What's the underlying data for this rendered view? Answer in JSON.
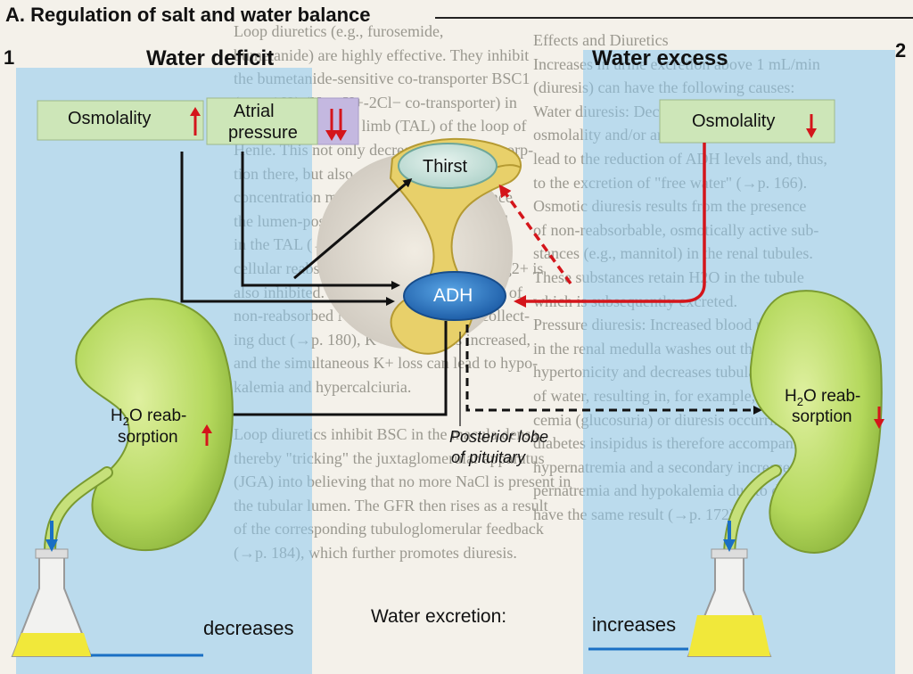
{
  "title": "A. Regulation of salt and water balance",
  "panel_numbers": {
    "left": "1",
    "right": "2"
  },
  "headings": {
    "left": "Water deficit",
    "right": "Water excess"
  },
  "boxes": {
    "osmolality_left": "Osmolality",
    "atrial_pressure_line1": "Atrial",
    "atrial_pressure_line2": "pressure",
    "osmolality_right": "Osmolality"
  },
  "brain": {
    "thirst": "Thirst",
    "adh": "ADH",
    "posterior_lobe_line1": "Posterior lobe",
    "posterior_lobe_line2": "of pituitary"
  },
  "kidney_left": {
    "line1_pre": "H",
    "line1_sub": "2",
    "line1_post": "O reab-",
    "line2": "sorption"
  },
  "kidney_right": {
    "line1_pre": "H",
    "line1_sub": "2",
    "line1_post": "O reab-",
    "line2": "sorption"
  },
  "bottom": {
    "label": "Water excretion:",
    "left": "decreases",
    "right": "increases"
  },
  "colors": {
    "left_panel": "#a8d4ee",
    "right_panel": "#a8d4ee",
    "box": "#cde6b8",
    "adh": "#2f7fc8",
    "red_arrow": "#d4151b",
    "kidney": "#b8dc6a",
    "pituitary": "#e6d27a"
  },
  "background_text": [
    "Loop diuretics (e.g., furosemide,",
    "bumetanide) are highly effective. They inhibit",
    "the bumetanide-sensitive co-transporter BSC1",
    "(→p. 162) (Na+-K+-2Cl− co-transporter) in",
    "the thick ascending limb (TAL) of the loop of",
    "Henle. This not only decreases NaCl reabsorp-",
    "tion there, but also stalls the \"motor\" of the",
    "concentration mechanism (→p. 164). Since",
    "the lumen-positive transepithelial potential",
    "in the TAL (→p. 162) and 153 67), para-",
    "cellular reabsorption of Na+, Ca2+ and Mg2+ is",
    "also inhibited. Because increased amounts of",
    "non-reabsorbed Na+ now arrive at the collect-",
    "ing duct (→p. 180), K+ secretion is increased,",
    "and the simultaneous K+ loss can lead to hypo-",
    "kalemia and hypercalciuria.",
    "",
    "Loop diuretics inhibit BSC in the macula densa",
    "thereby \"tricking\" the juxtaglomerular apparatus",
    "(JGA) into believing that no more NaCl is present in",
    "the tubular lumen. The GFR then rises as a result",
    "of the corresponding tubuloglomerular feedback",
    "(→p. 184), which further promotes diuresis."
  ],
  "background_text_right": [
    "Effects and Diuretics",
    "Increases in urine excretion above 1 mL/min",
    "(diuresis) can have the following causes:",
    "Water diuresis: Decreases in plasma",
    "osmolality and/or an increased blood volume",
    "lead to the reduction of ADH levels and, thus,",
    "to the excretion of \"free water\" (→p. 166).",
    "Osmotic diuresis results from the presence",
    "of non-reabsorbable, osmotically active sub-",
    "stances (e.g., mannitol) in the renal tubules.",
    "These substances retain H2O in the tubule",
    "which is subsequently excreted.",
    "Pressure diuresis: Increased blood pressure",
    "in the renal medulla washes out the medullary",
    "hypertonicity and decreases tubular reabsorption",
    "of water, resulting in, for example, in hypergly-",
    "cemia (glucosuria) or diuresis occurring in",
    "diabetes insipidus is therefore accompanied by",
    "hypernatremia and a secondary increase in thirst. Hy-",
    "pernatremia and hypokalemia due to diuresis",
    "have the same result (→p. 172)."
  ]
}
